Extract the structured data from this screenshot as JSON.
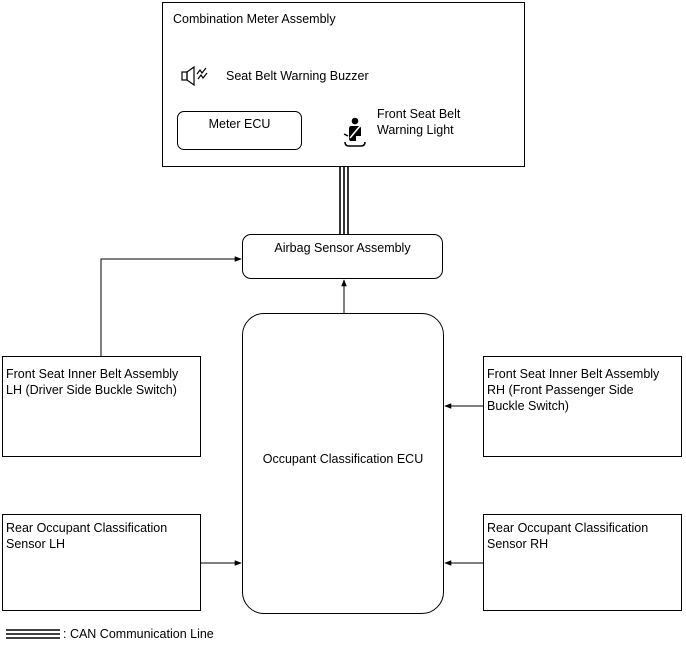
{
  "combination_meter": {
    "title": "Combination Meter Assembly",
    "buzzer_label": "Seat Belt Warning Buzzer",
    "meter_ecu_label": "Meter ECU",
    "warning_light_label": "Front Seat Belt\nWarning Light"
  },
  "airbag_sensor": {
    "label": "Airbag Sensor Assembly"
  },
  "occupant_ecu": {
    "label": "Occupant Classification ECU"
  },
  "front_seat_lh": {
    "label": "Front Seat Inner Belt Assembly\nLH (Driver Side Buckle Switch)"
  },
  "front_seat_rh": {
    "label": "Front Seat Inner Belt Assembly\nRH (Front Passenger Side\nBuckle Switch)"
  },
  "rear_sensor_lh": {
    "label": "Rear Occupant Classification\nSensor LH"
  },
  "rear_sensor_rh": {
    "label": "Rear Occupant Classification\nSensor RH"
  },
  "legend": {
    "can_line_label": ": CAN Communication Line"
  },
  "icons": [
    "speaker-icon",
    "seatbelt-warning-icon"
  ]
}
